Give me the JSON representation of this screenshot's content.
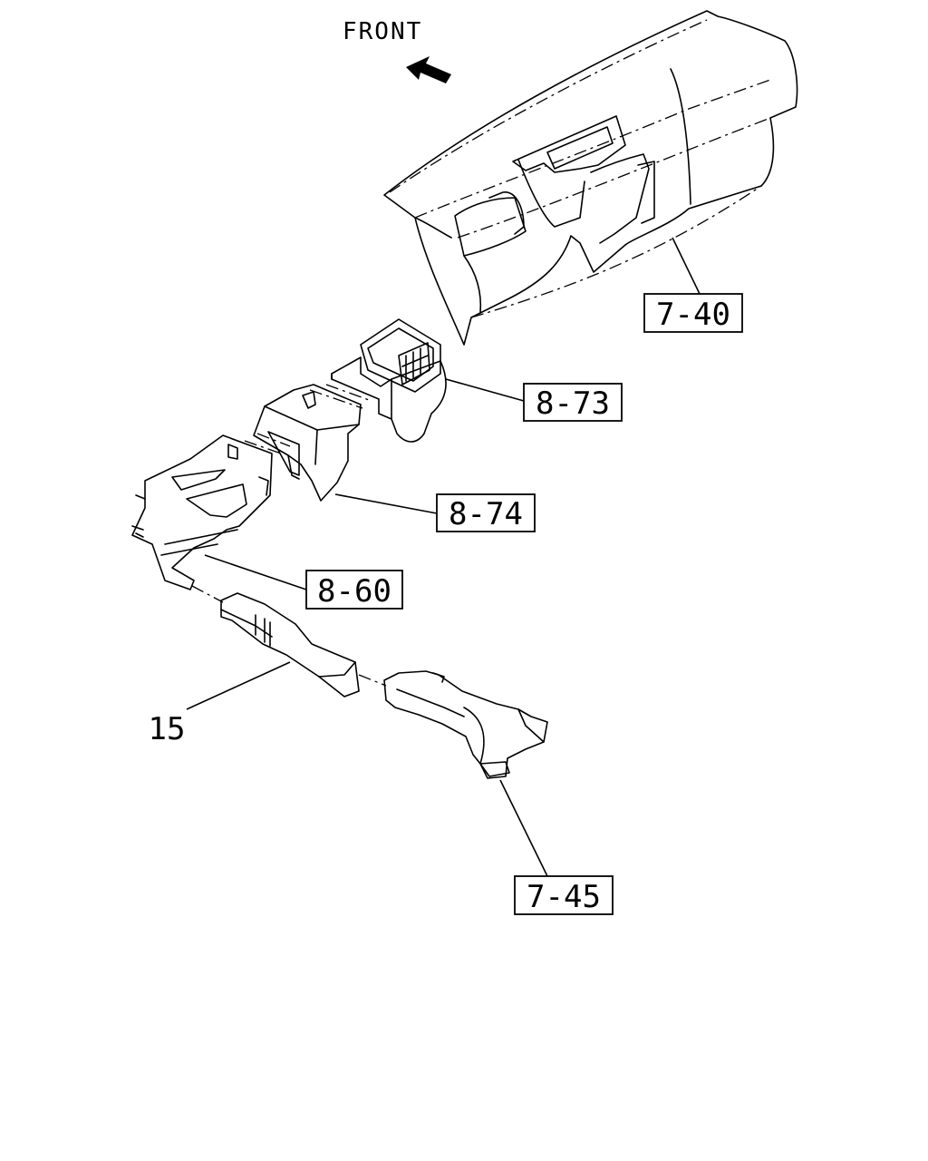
{
  "front_label": "FRONT",
  "arrow_icon": "front-direction-arrow-icon",
  "callouts": {
    "dashboard": "7-40",
    "vent_upper": "8-73",
    "duct_middle": "8-74",
    "duct_lower": "8-60",
    "pipe": "15",
    "outlet_duct": "7-45"
  }
}
